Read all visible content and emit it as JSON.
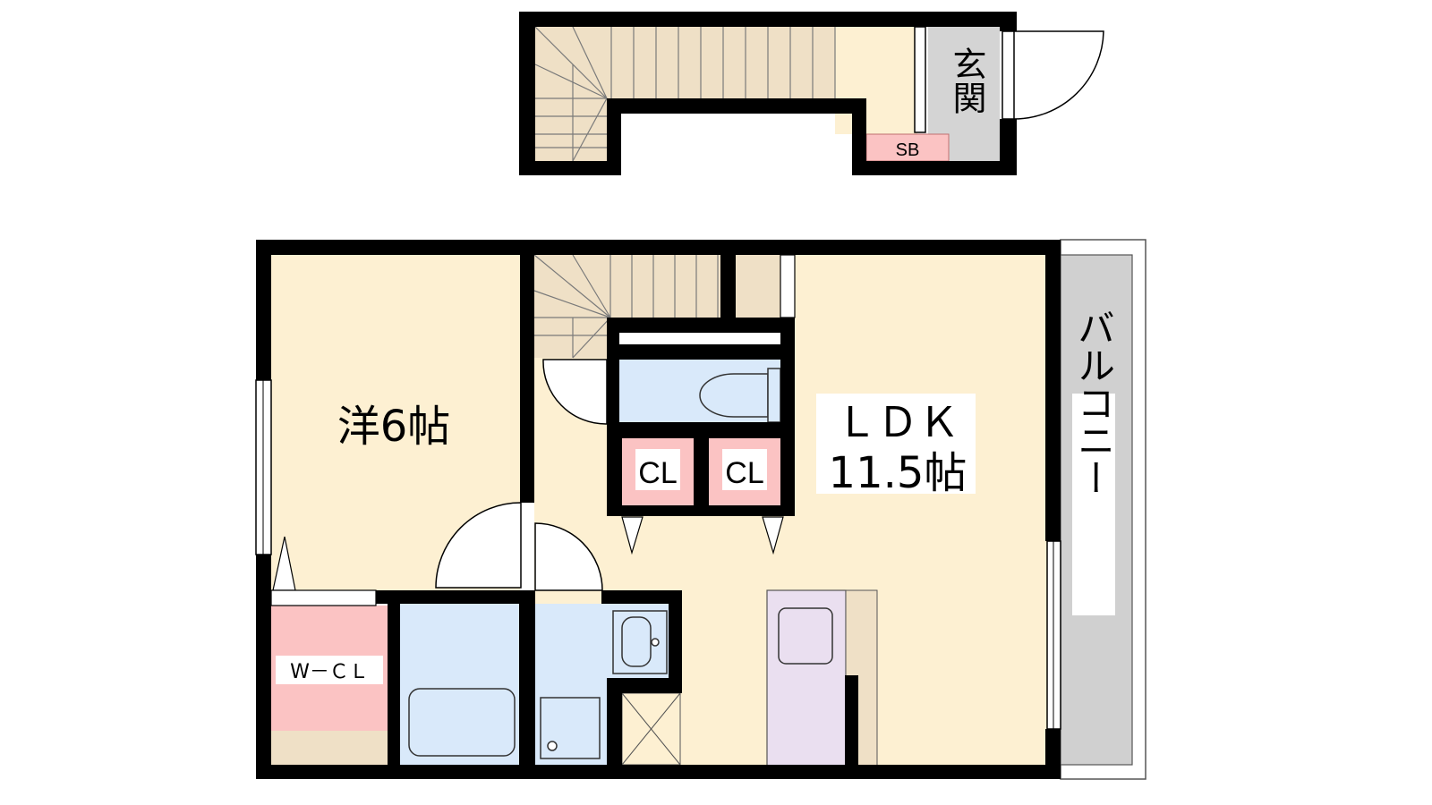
{
  "labels": {
    "entrance": "玄関",
    "shoe_box": "SB",
    "western_room": "洋6帖",
    "ldk_name": "ＬＤＫ",
    "ldk_size": "11.5帖",
    "closet_left": "CL",
    "closet_right": "CL",
    "walk_in_closet": "W－ＣＬ",
    "balcony": "バルコニー"
  },
  "colors": {
    "wall": "#000000",
    "room_floor": "#fdf0d2",
    "stair": "#efe0c6",
    "closet": "#fbc3c3",
    "wet_area": "#d9e9fa",
    "kitchen": "#eadff0",
    "balcony": "#d0d0d0",
    "entrance_floor": "#d4d4d4"
  }
}
